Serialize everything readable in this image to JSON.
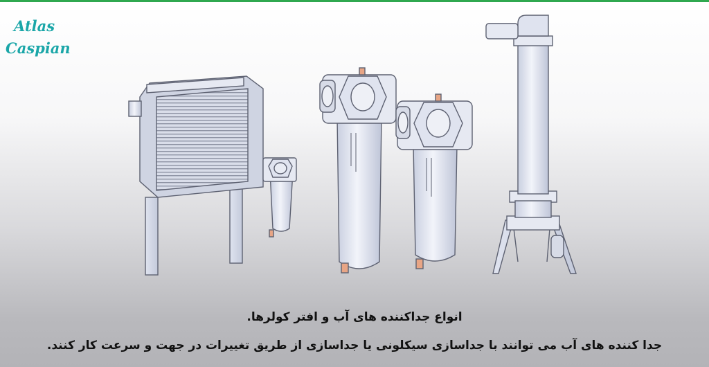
{
  "logo": {
    "line1": "Atlas",
    "line2": "Caspian"
  },
  "caption": {
    "line1": "انواع جداکننده های آب و افتر کولرها.",
    "line2": "جدا کننده های آب می توانند با جداسازی سیکلونی یا جداسازی از طریق تغییرات در جهت و سرعت کار کنند."
  },
  "colors": {
    "accent_line": "#2fa84f",
    "logo": "#1aa6a8",
    "metal": "#e4e8f3",
    "outline": "#5d6171",
    "valve": "#e8a585"
  }
}
